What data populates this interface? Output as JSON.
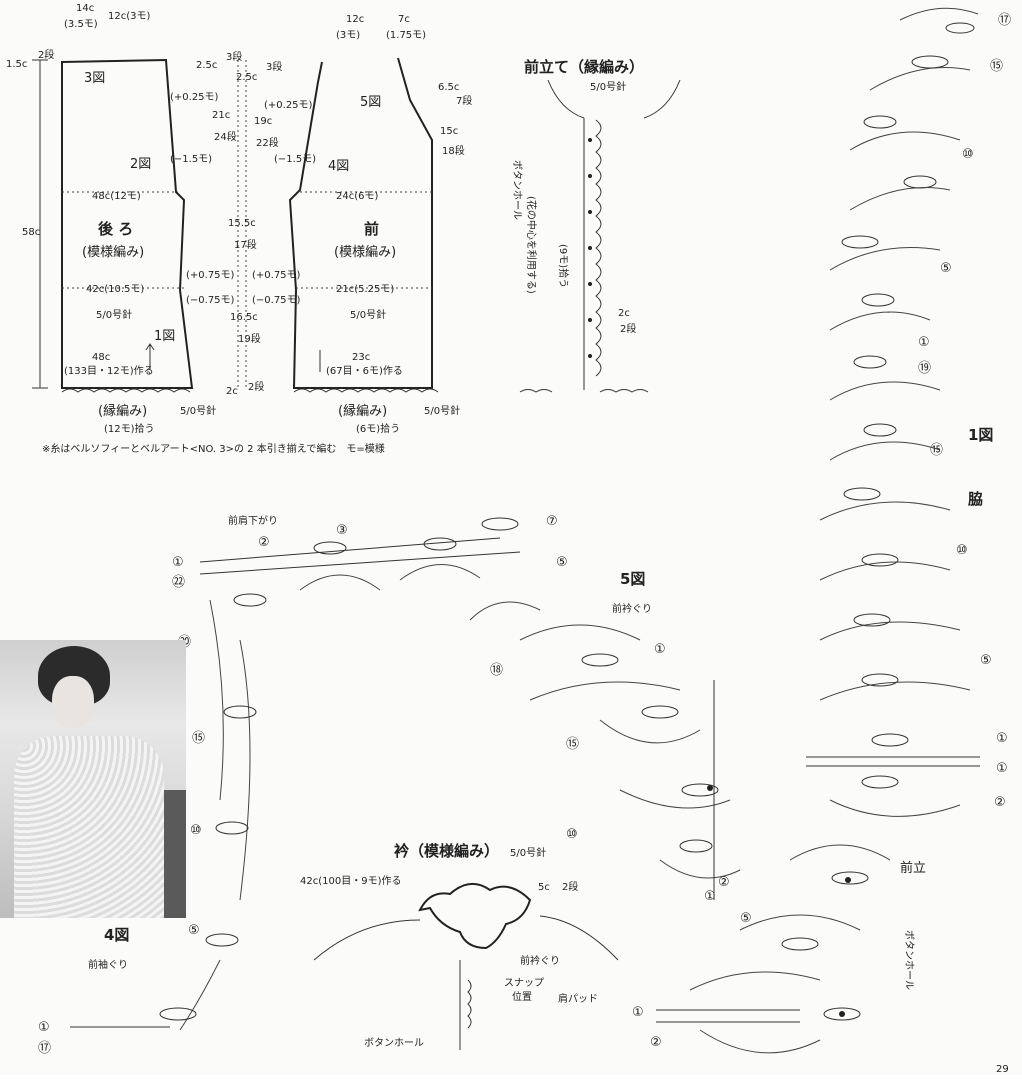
{
  "schematics": {
    "top_dims": {
      "back_shoulder_top": "14c",
      "back_shoulder_sub": "(3.5モ)",
      "back_neck": "12c(3モ)",
      "front_neck": "12c",
      "front_neck_sub": "(3モ)",
      "front_shoulder": "7c",
      "front_shoulder_sub": "(1.75モ)"
    },
    "back": {
      "fig3": "3図",
      "fig2": "2図",
      "fig1": "1図",
      "title": "後 ろ",
      "pattern": "(模様編み)",
      "width_48": "48c(12モ)",
      "width_42": "42c(10.5モ)",
      "hook": "5/0号針",
      "height": "58c",
      "shoulder_slope": "1.5c",
      "shoulder_rows": "2段",
      "cast_on": "48c",
      "cast_on_detail": "(133目・12モ)作る"
    },
    "middle": {
      "a1": "2.5c",
      "a1r": "3段",
      "a2": "2.5c",
      "a2r": "3段",
      "inc1": "(+0.25モ)",
      "inc2": "(+0.25モ)",
      "b1": "21c",
      "b1r": "24段",
      "b2": "19c",
      "b2r": "22段",
      "dec1": "(−1.5モ)",
      "dec2": "(−1.5モ)",
      "c": "15.5c",
      "cr": "17段",
      "inc3": "(+0.75モ)",
      "inc4": "(+0.75モ)",
      "dec3": "(−0.75モ)",
      "dec4": "(−0.75モ)",
      "d": "16.5c",
      "dr": "19段",
      "e": "2c",
      "er": "2段"
    },
    "front": {
      "fig5": "5図",
      "fig4": "4図",
      "title": "前",
      "pattern": "(模様編み)",
      "width_24": "24c(6モ)",
      "width_21": "21c(5.25モ)",
      "hook": "5/0号針",
      "neck": "6.5c",
      "neck_rows": "7段",
      "armhole": "15c",
      "armhole_rows": "18段",
      "cast_on": "23c",
      "cast_on_detail": "(67目・6モ)作る"
    },
    "border_back": {
      "title": "(縁編み)",
      "hook": "5/0号針",
      "pickup": "(12モ)拾う"
    },
    "border_front": {
      "title": "(縁編み)",
      "hook": "5/0号針",
      "pickup": "(6モ)拾う"
    },
    "note": "※糸はベルソフィーとベルアート<NO. 3>の 2 本引き揃えで編む　モ=模様"
  },
  "front_band": {
    "title": "前立て（縁編み）",
    "hook": "5/0号針",
    "buttonhole": "ボタンホール",
    "buttonhole_note": "(花の中心を利用する)",
    "pickup": "(9モ)拾う",
    "bottom": "2c",
    "bottom_rows": "2段"
  },
  "fig1": {
    "title": "1図",
    "subtitle": "脇",
    "markers": [
      "⑰",
      "⑮",
      "⑩",
      "⑤",
      "①",
      "⑲",
      "⑮",
      "⑩",
      "⑤",
      "①",
      "①",
      "②"
    ]
  },
  "fig4": {
    "title": "4図",
    "subtitle": "前袖ぐり",
    "shoulder_label": "前肩下がり",
    "markers": [
      "③",
      "②",
      "①",
      "㉒",
      "⑳",
      "⑮",
      "⑩",
      "⑤",
      "①",
      "⑰",
      "⑦",
      "⑤"
    ]
  },
  "fig5": {
    "title": "5図",
    "subtitle": "前衿ぐり",
    "markers": [
      "①",
      "⑱",
      "⑮",
      "⑩",
      "②",
      "①",
      "⑤",
      "①",
      "②"
    ]
  },
  "front_edge": {
    "title": "前立",
    "buttonhole": "ボタンホール"
  },
  "collar": {
    "title": "衿（模様編み）",
    "hook": "5/0号針",
    "cast_on": "42c(100目・9モ)作る",
    "width": "5c",
    "rows": "2段",
    "neckline": "前衿ぐり",
    "snap": "スナップ",
    "snap2": "位置",
    "shoulder_pad": "肩パッド",
    "buttonhole": "ボタンホール"
  },
  "page_number": "29"
}
